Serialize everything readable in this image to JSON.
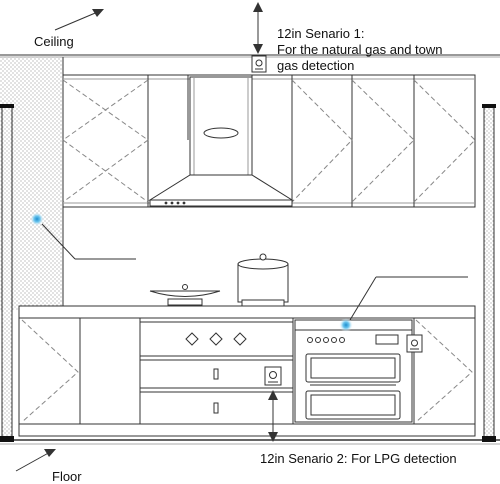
{
  "labels": {
    "ceiling": "Ceiling",
    "floor": "Floor",
    "scenario1_title": "12in  Senario 1:",
    "scenario1_line1": "For the natural gas and town",
    "scenario1_line2": "gas detection",
    "scenario2": "12in Senario 2: For LPG detection"
  },
  "colors": {
    "line": "#333333",
    "sensor_light": "#6ec6ee",
    "sensor_dark": "#1e8fd0",
    "wall_texture": "#999999"
  },
  "icons": {
    "detector": "gas-detector-icon",
    "sensor": "sensor-dot-icon",
    "arrow": "double-arrow-icon"
  }
}
